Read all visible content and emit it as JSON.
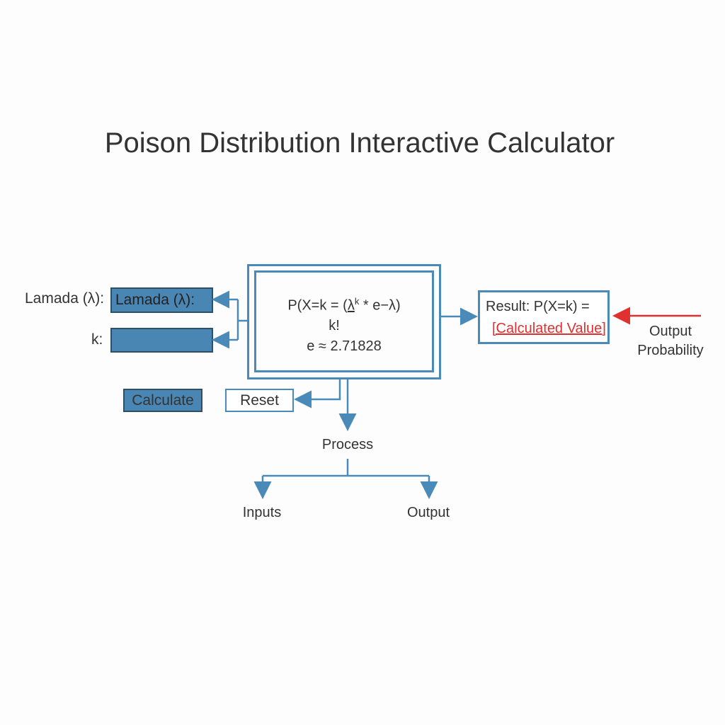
{
  "title": "Poison Distribution Interactive Calculator",
  "inputs": {
    "lambda_label": "Lamada (λ):",
    "lambda_value": "Lamada (λ):",
    "k_label": "k:",
    "k_value": ""
  },
  "buttons": {
    "calculate": "Calculate",
    "reset": "Reset"
  },
  "formula": {
    "prefix": "P(X=k = (",
    "lambda": "λ",
    "exp": "k",
    "suffix": " * e−λ)",
    "denominator": "k!",
    "e_approx": "e ≈ 2.71828"
  },
  "result": {
    "label": "Result: P(X=k) =",
    "value": "[Calculated Value]"
  },
  "annotation": {
    "line1": "Output",
    "line2": "Probability"
  },
  "flow": {
    "process": "Process",
    "inputs": "Inputs",
    "output": "Output"
  },
  "colors": {
    "accent": "#4a8ab8",
    "red": "#e03030"
  }
}
